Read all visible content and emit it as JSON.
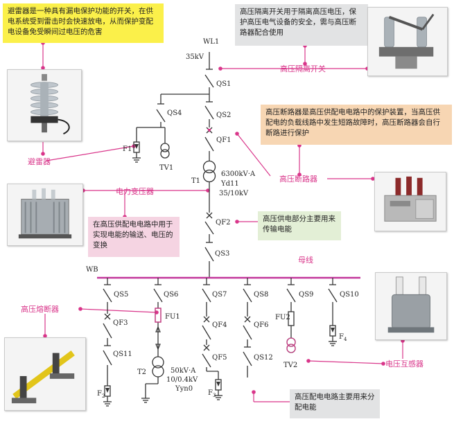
{
  "callouts": {
    "arrester": "避雷器是一种具有漏电保护功能的开关，在供电系统受到雷击时会快速放电，从而保护变配电设备免受瞬间过电压的危害",
    "disconnector": "高压隔离开关用于隔离高压电压，保护高压电气设备的安全，需与高压断路器配合使用",
    "breaker": "高压断路器是高压供配电电路中的保护装置，当高压供配电的负载线路中发生短路故障时，高压断路器会自行断路进行保护",
    "transformer": "在高压供配电电路中用于实现电能的输送、电压的变换",
    "hv_supply": "高压供电部分主要用来传输电能",
    "hv_distribution": "高压配电电路主要用来分配电能"
  },
  "component_labels": {
    "arrester": "避雷器",
    "disconnector": "高压隔离开关",
    "breaker": "高压断路器",
    "transformer": "电力变压器",
    "fuse": "高压熔断器",
    "busbar": "母线",
    "vt": "电压互感器"
  },
  "schematic": {
    "wl1": "WL1",
    "voltage_35kv": "35kV",
    "qs1": "QS1",
    "qs2": "QS2",
    "qs4": "QS4",
    "qf1": "QF1",
    "f1": "F1",
    "tv1": "TV1",
    "t1": "T1",
    "t1_rating_1": "6300kV·A",
    "t1_rating_2": "Yd11",
    "t1_rating_3": "35/10kV",
    "qf2": "QF2",
    "qs3": "QS3",
    "wb": "WB",
    "qs5": "QS5",
    "qs6": "QS6",
    "qs7": "QS7",
    "qs8": "QS8",
    "qs9": "QS9",
    "qs10": "QS10",
    "qf3": "QF3",
    "fu1": "FU1",
    "qf4": "QF4",
    "qf6": "QF6",
    "fu2": "FU2",
    "qs11": "QS11",
    "qf5": "QF5",
    "qs12": "QS12",
    "t2": "T2",
    "t2_rating_1": "50kV·A",
    "t2_rating_2": "10/0.4kV",
    "t2_rating_3": "Yyn0",
    "tv2": "TV2",
    "f2": "F",
    "f2_sub": "2",
    "f3": "F",
    "f3_sub": "3",
    "f4": "F",
    "f4_sub": "4"
  },
  "colors": {
    "callout_line": "#d9358a",
    "label_text": "#d9358a",
    "busbar": "#c2379b",
    "circuit_line": "#333333"
  }
}
